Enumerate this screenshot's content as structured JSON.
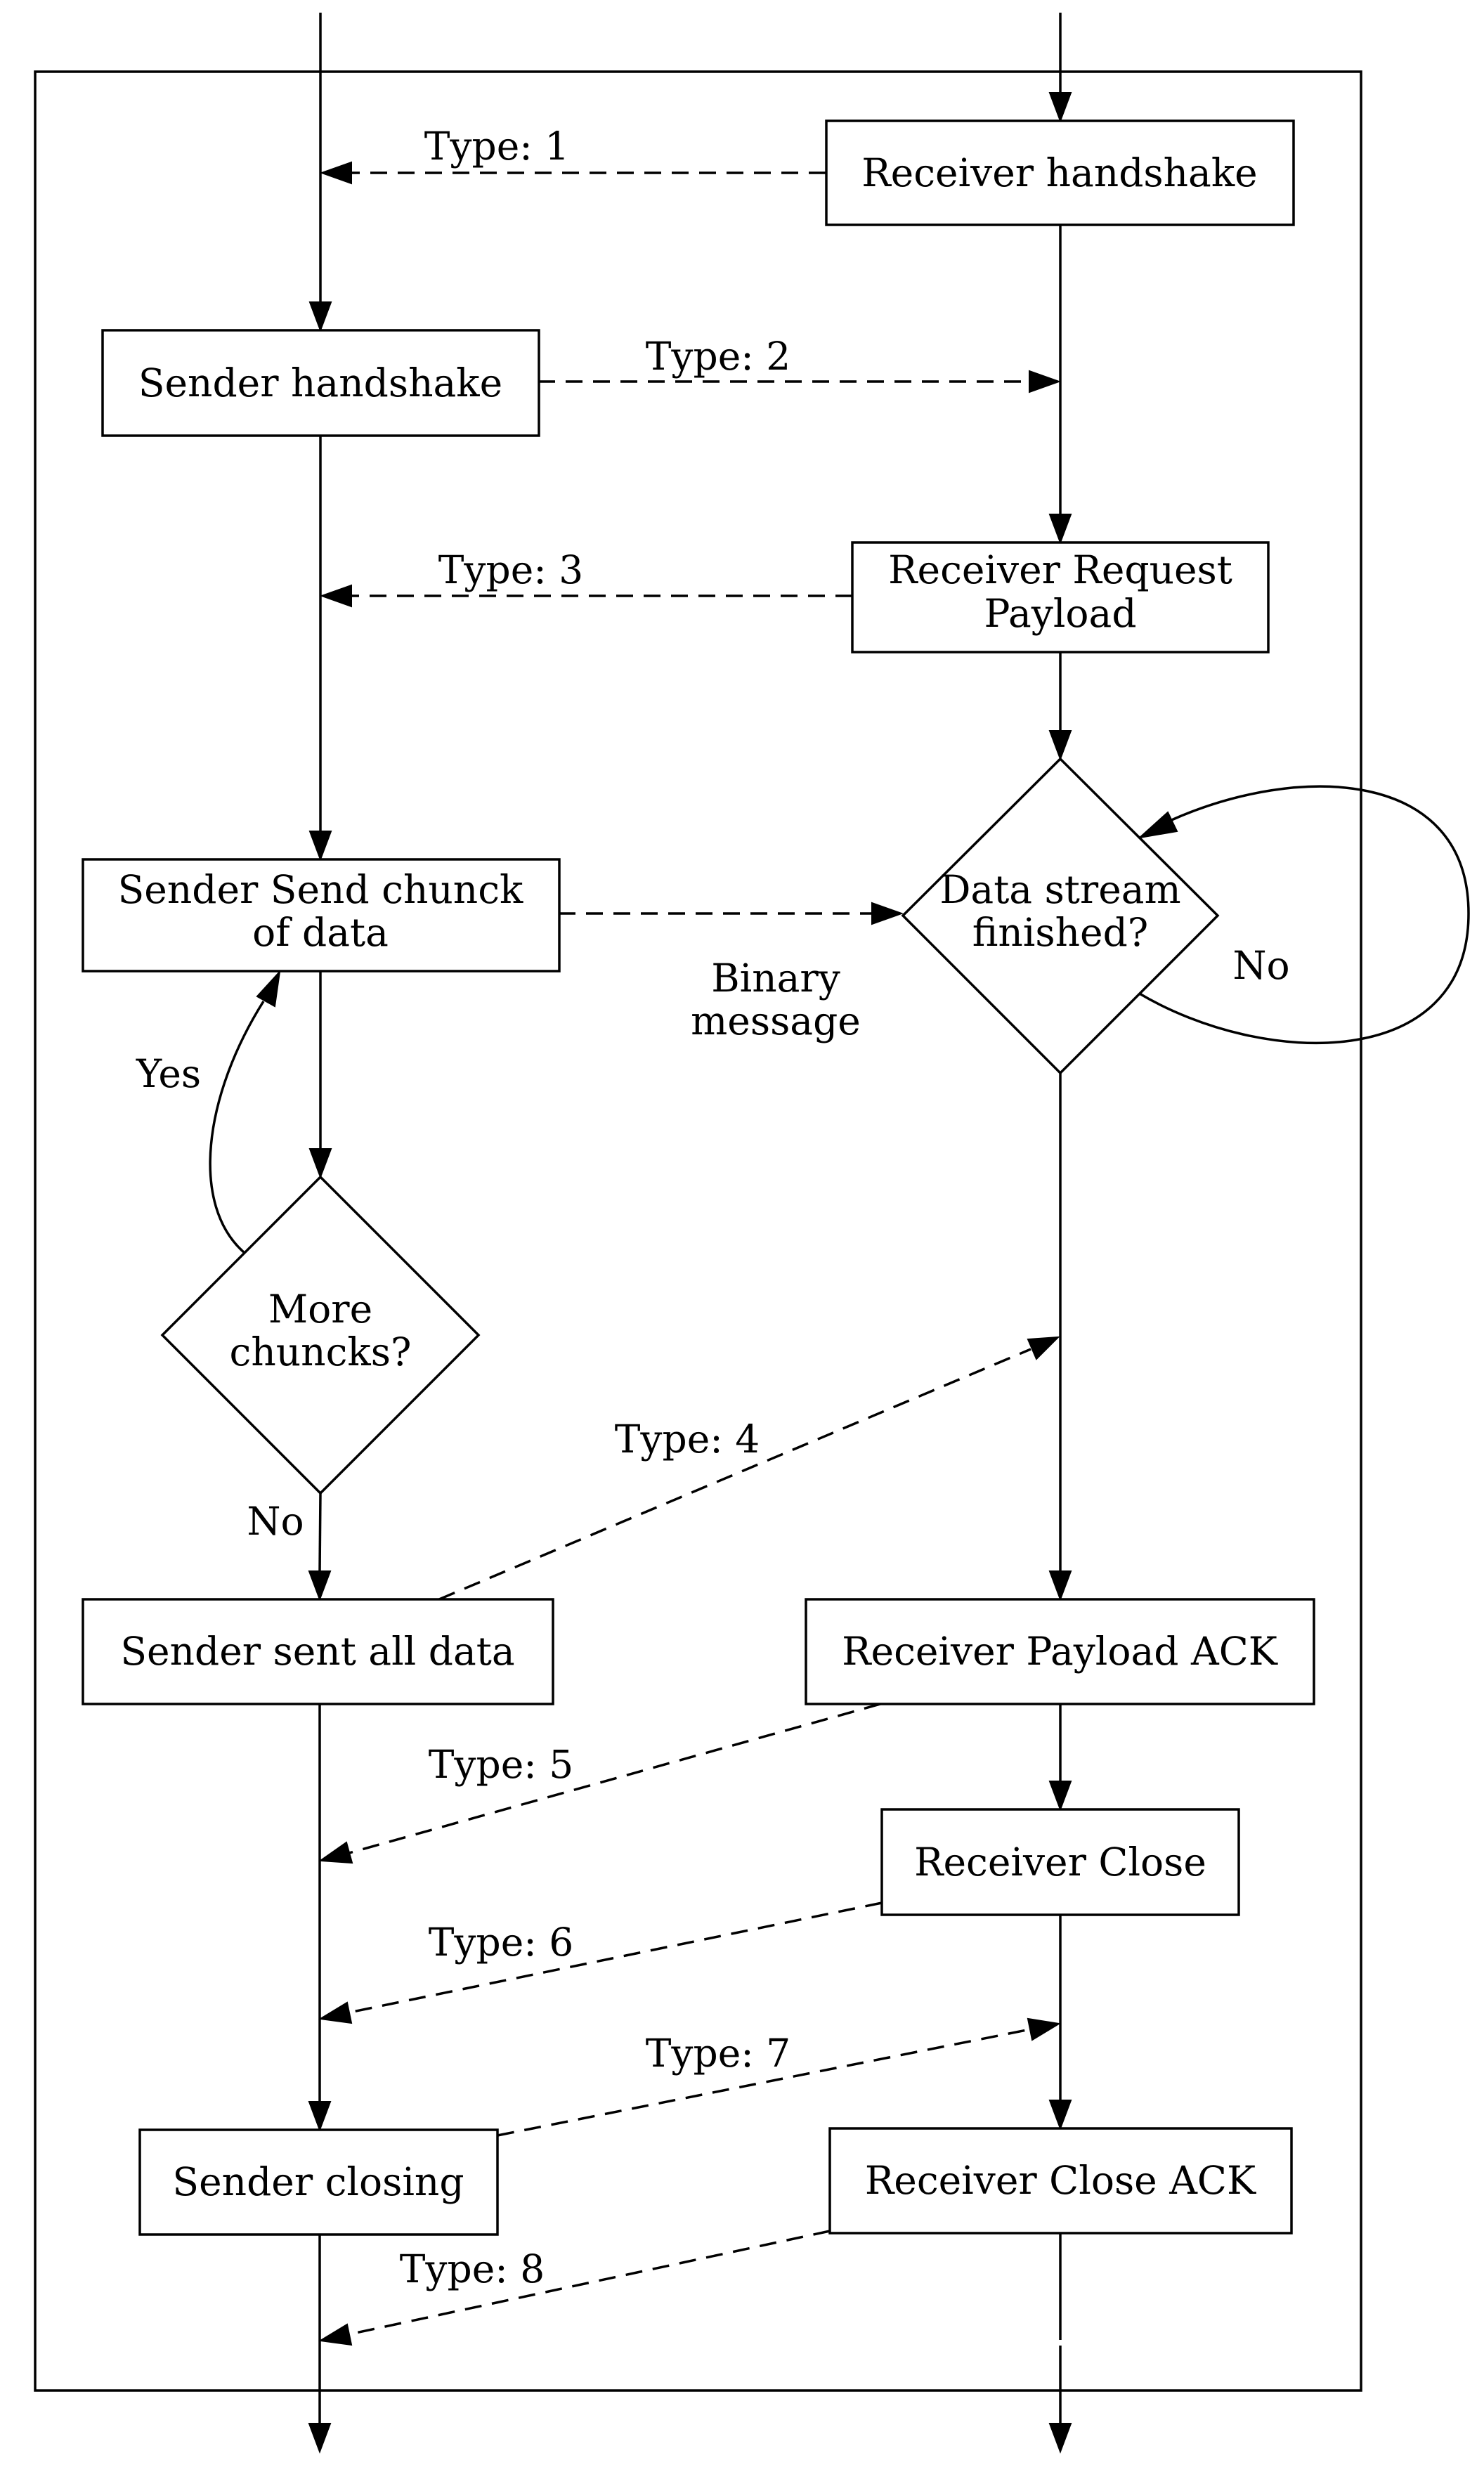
{
  "nodes": {
    "receiver_handshake": "Receiver handshake",
    "sender_handshake": "Sender handshake",
    "receiver_request_payload": [
      "Receiver Request",
      "Payload"
    ],
    "sender_send_chunk": [
      "Sender Send chunck",
      "of data"
    ],
    "data_stream_finished": [
      "Data stream",
      "finished?"
    ],
    "more_chunks": [
      "More",
      "chuncks?"
    ],
    "sender_sent_all_data": "Sender sent all data",
    "receiver_payload_ack": "Receiver Payload ACK",
    "receiver_close": "Receiver Close",
    "sender_closing": "Sender closing",
    "receiver_close_ack": "Receiver Close ACK"
  },
  "edge_labels": {
    "type1": "Type: 1",
    "type2": "Type: 2",
    "type3": "Type: 3",
    "type4": "Type: 4",
    "type5": "Type: 5",
    "type6": "Type: 6",
    "type7": "Type: 7",
    "type8": "Type: 8",
    "binary_message": [
      "Binary",
      "message"
    ],
    "yes": "Yes",
    "no_more_chunks": "No",
    "no_stream_loop": "No"
  }
}
